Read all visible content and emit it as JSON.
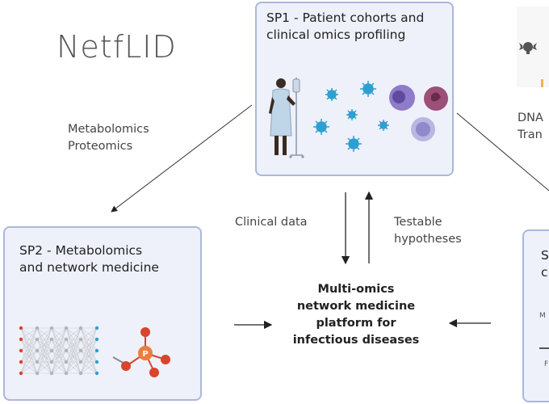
{
  "logo": "NetfLID",
  "sp1": {
    "title": "SP1 - Patient cohorts and\nclinical omics profiling"
  },
  "sp2": {
    "title": "SP2 - Metabolomics\nand network medicine"
  },
  "sp3": {
    "title_partial": "S\nc",
    "label_m": "M",
    "label_f": "F"
  },
  "edges": {
    "metab_proteomics": "Metabolomics\nProteomics",
    "dna_trans": "DNA\nTran",
    "clinical_data": "Clinical data",
    "testable_hypotheses": "Testable\nhypotheses"
  },
  "platform": {
    "label": "Multi-omics\nnetwork medicine\nplatform for\ninfectious diseases"
  },
  "colors": {
    "box_fill": "#eef1fa",
    "box_border": "#a9b8dc",
    "virus": "#2f9fd0",
    "cell_purple": "#8f7bc9",
    "cell_magenta": "#9c4f78",
    "cell_light": "#b9b6e0",
    "phosphate": "#ef7d3a",
    "oxygen": "#d9442c"
  }
}
